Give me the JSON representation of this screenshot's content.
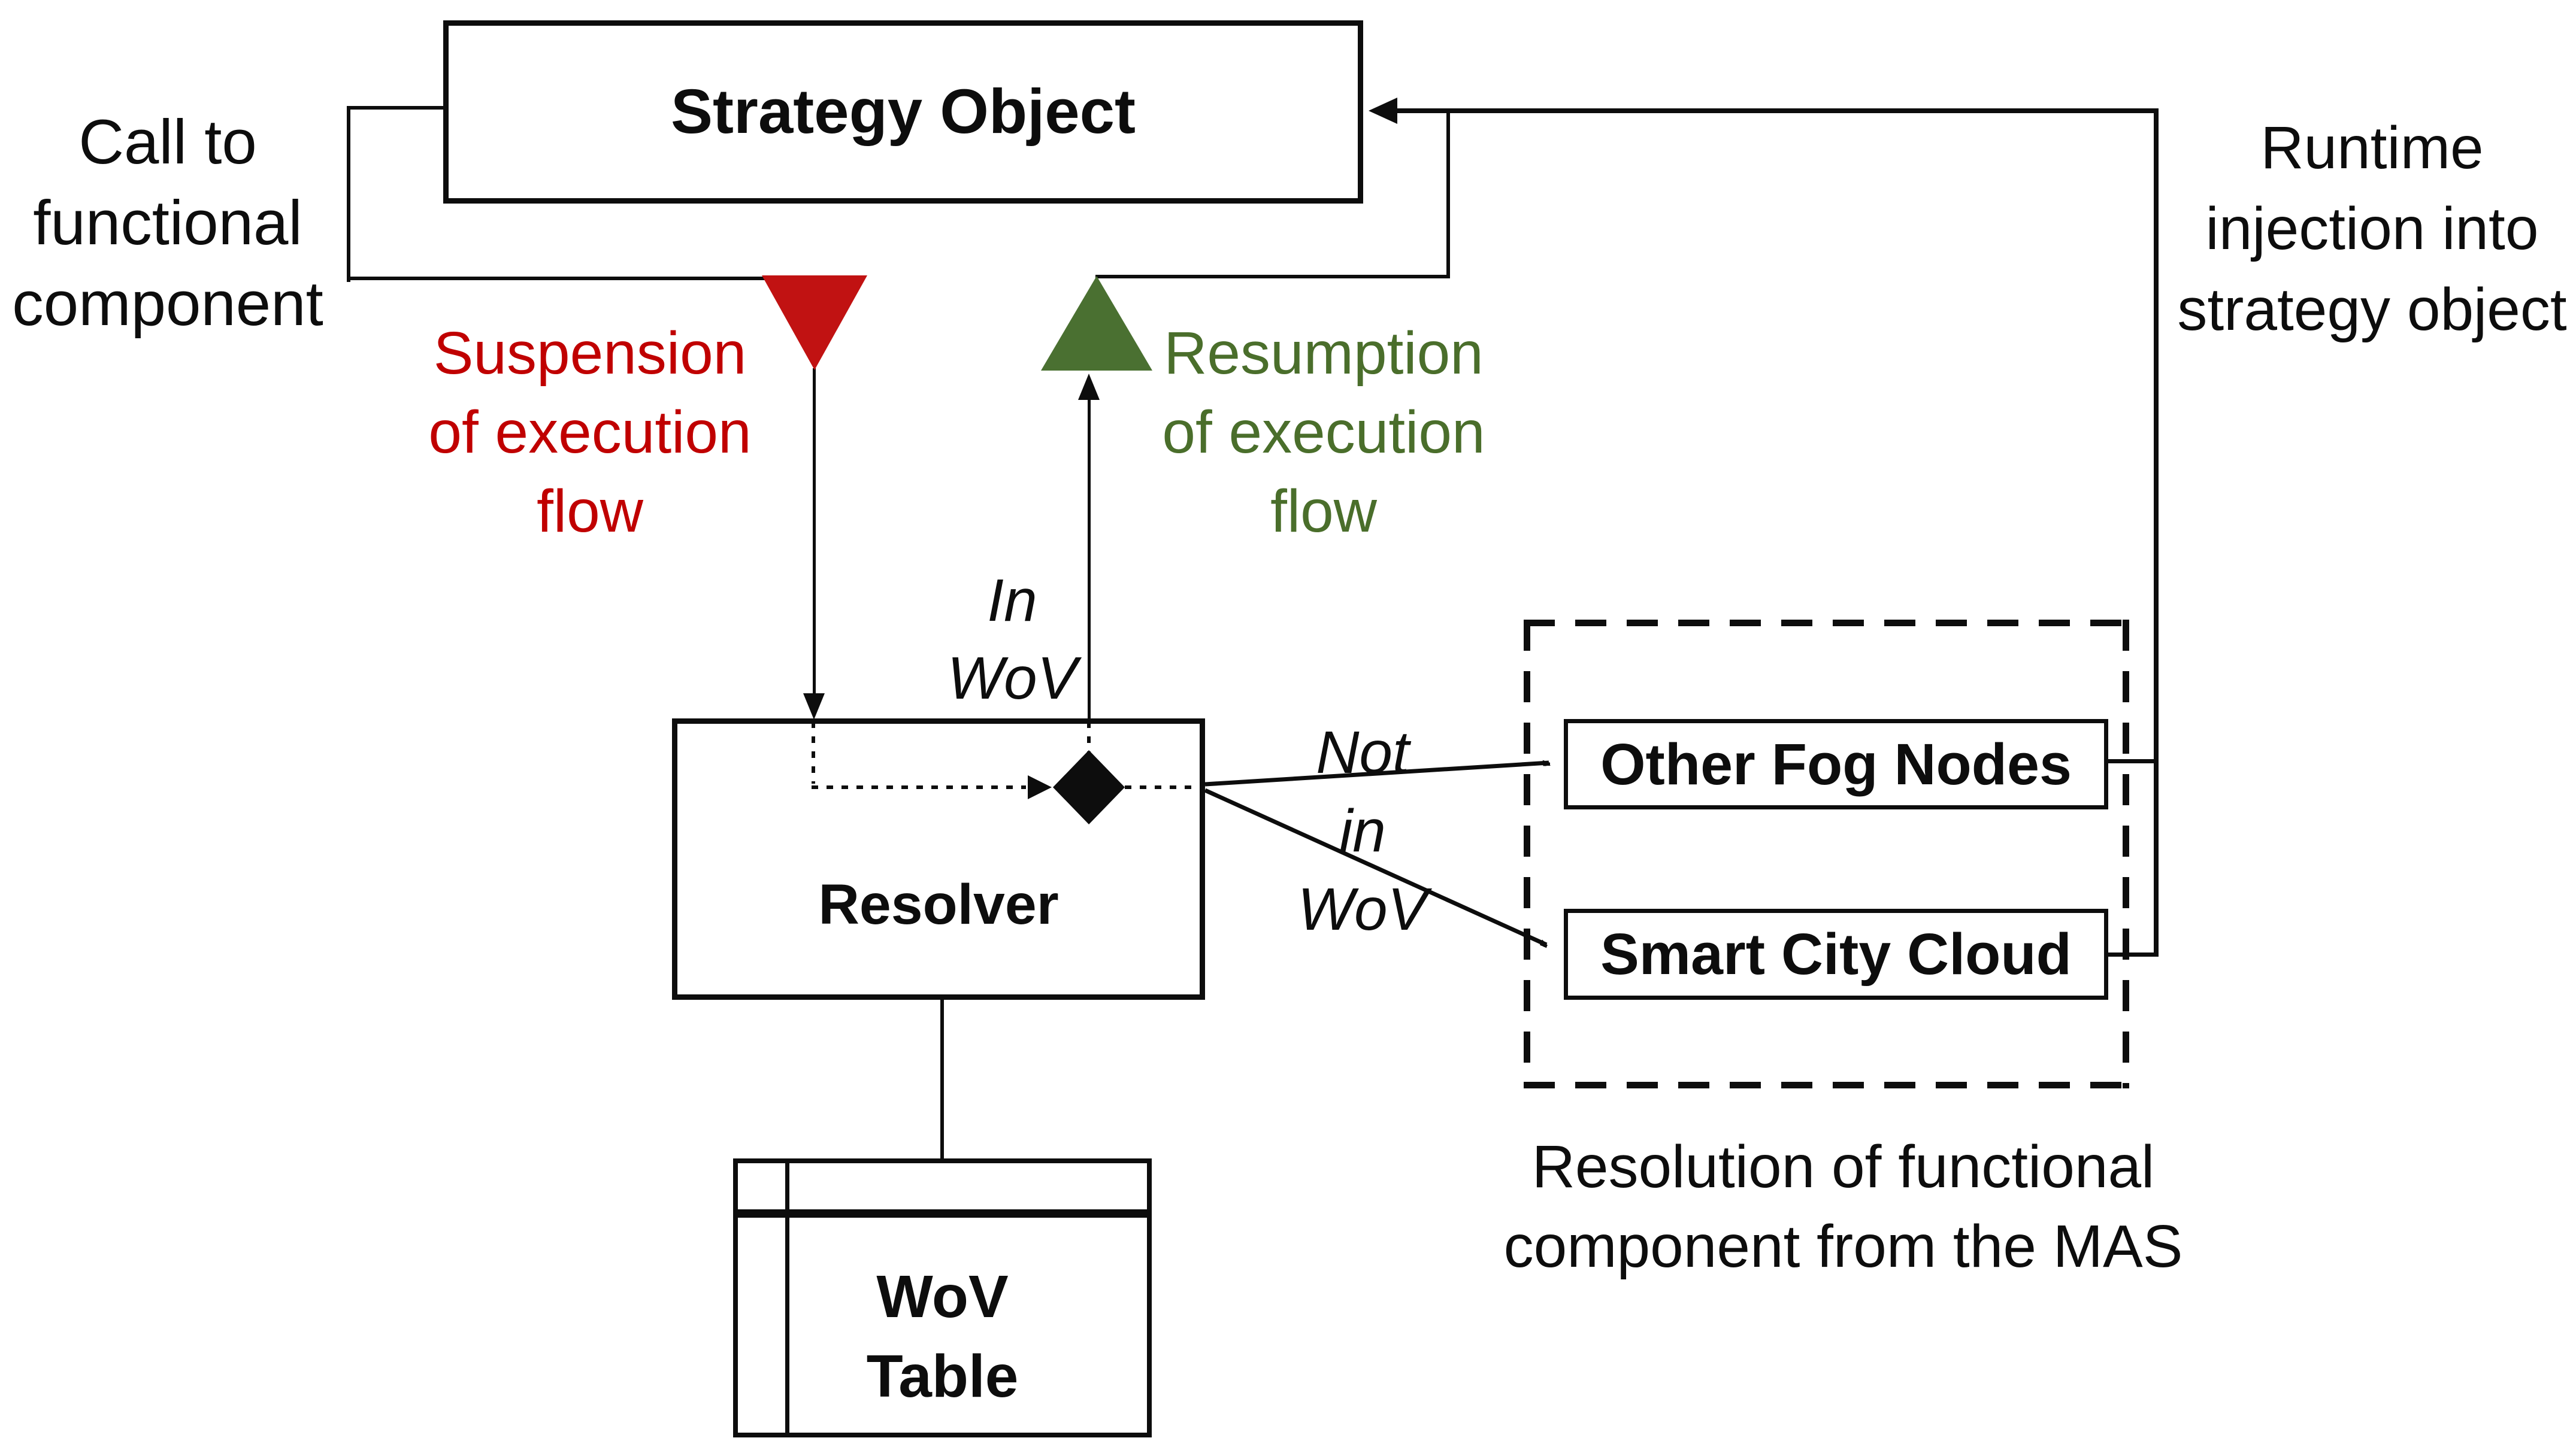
{
  "diagram": {
    "nodes": {
      "strategy_object": {
        "label": "Strategy Object"
      },
      "resolver": {
        "label": "Resolver"
      },
      "other_fog_nodes": {
        "label": "Other Fog Nodes"
      },
      "smart_city_cloud": {
        "label": "Smart City Cloud"
      },
      "wov_table": {
        "lines": [
          "WoV",
          "Table"
        ]
      }
    },
    "annotations": {
      "call": {
        "lines": [
          "Call to",
          "functional",
          "component"
        ]
      },
      "suspension": {
        "lines": [
          "Suspension",
          "of execution",
          "flow"
        ]
      },
      "resumption": {
        "lines": [
          "Resumption",
          "of execution",
          "flow"
        ]
      },
      "runtime_injection": {
        "lines": [
          "Runtime",
          "injection into",
          "strategy object"
        ]
      },
      "in_wov": {
        "lines": [
          "In",
          "WoV"
        ]
      },
      "not_in_wov": {
        "lines": [
          "Not",
          "in",
          "WoV"
        ]
      },
      "mas_resolution": {
        "lines": [
          "Resolution of functional",
          "component from the MAS"
        ]
      }
    },
    "colors": {
      "suspension_red": "#c11212",
      "suspension_red_text": "#c00000",
      "resumption_green": "#4a7031",
      "resumption_green_text": "#4a6e2b",
      "line_black": "#0d0d0d"
    }
  }
}
